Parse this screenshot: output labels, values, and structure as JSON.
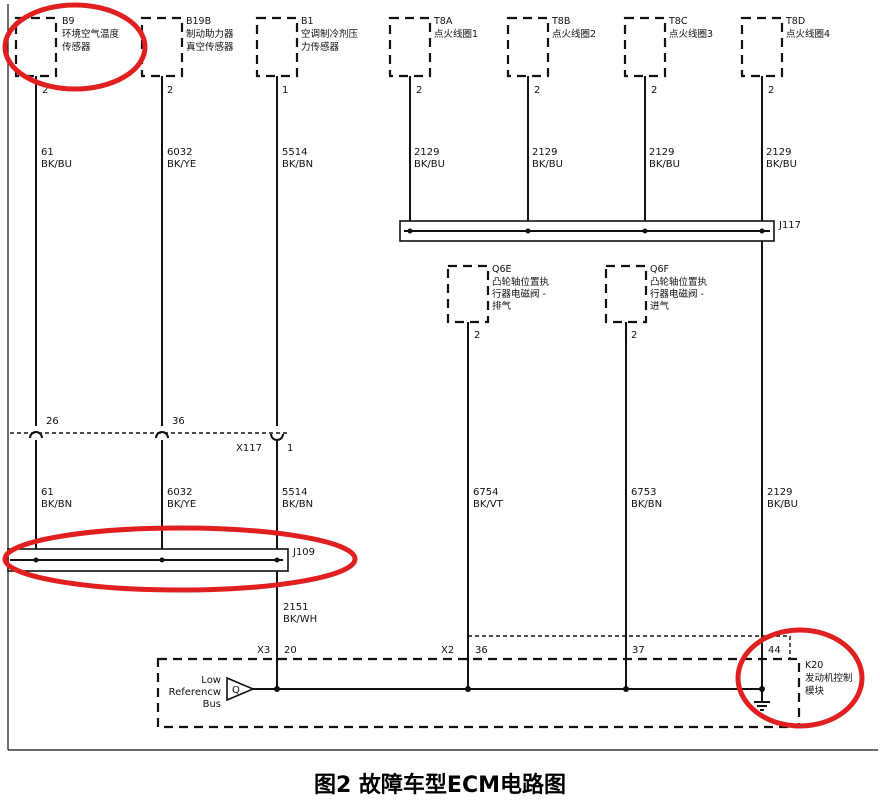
{
  "sensors": [
    {
      "id": "B9",
      "name": "环境空气温度传感器",
      "name_lines": [
        "环境空气温度",
        "传感器"
      ],
      "pin": "2",
      "wire_top": {
        "circuit": "61",
        "color": "BK/BU"
      },
      "wire_bottom": {
        "circuit": "61",
        "color": "BK/BN"
      },
      "junction_pin": "26"
    },
    {
      "id": "B19B",
      "name": "制动助力器真空传感器",
      "name_lines": [
        "制动助力器",
        "真空传感器"
      ],
      "pin": "2",
      "wire_top": {
        "circuit": "6032",
        "color": "BK/YE"
      },
      "wire_bottom": {
        "circuit": "6032",
        "color": "BK/YE"
      },
      "junction_pin": "36"
    },
    {
      "id": "B1",
      "name": "空调制冷剂压力传感器",
      "name_lines": [
        "空调制冷剂压",
        "力传感器"
      ],
      "pin": "1",
      "wire_top": {
        "circuit": "5514",
        "color": "BK/BN"
      },
      "wire_bottom": {
        "circuit": "5514",
        "color": "BK/BN"
      },
      "junction_pin": "1"
    }
  ],
  "coils": [
    {
      "id": "T8A",
      "name": "点火线圈1",
      "pin": "2",
      "circuit": "2129",
      "color": "BK/BU"
    },
    {
      "id": "T8B",
      "name": "点火线圈2",
      "pin": "2",
      "circuit": "2129",
      "color": "BK/BU"
    },
    {
      "id": "T8C",
      "name": "点火线圈3",
      "pin": "2",
      "circuit": "2129",
      "color": "BK/BU"
    },
    {
      "id": "T8D",
      "name": "点火线圈4",
      "pin": "2",
      "circuit": "2129",
      "color": "BK/BU"
    }
  ],
  "solenoids": [
    {
      "id": "Q6E",
      "name_lines": [
        "凸轮轴位置执",
        "行器电磁阀 -",
        "排气"
      ],
      "pin": "2",
      "circuit": "6754",
      "color": "BK/VT",
      "ecm_pin": "36"
    },
    {
      "id": "Q6F",
      "name_lines": [
        "凸轮轴位置执",
        "行器电磁阀 -",
        "进气"
      ],
      "pin": "2",
      "circuit": "6753",
      "color": "BK/BN",
      "ecm_pin": "37"
    }
  ],
  "splices": {
    "j117": "J117",
    "j109": "J109"
  },
  "connectors": {
    "x117": "X117",
    "x3": "X3",
    "x2": "X2"
  },
  "coil_ground": {
    "circuit": "2129",
    "color": "BK/BU",
    "ecm_pin": "44"
  },
  "j109_output": {
    "circuit": "2151",
    "color": "BK/WH",
    "ecm_pin": "20"
  },
  "ecm": {
    "id": "K20",
    "name_lines": [
      "发动机控制",
      "模块"
    ],
    "low_ref_lines": [
      "Low",
      "Referencw",
      "Bus"
    ],
    "q_label": "Q"
  },
  "caption": "图2 故障车型ECM电路图",
  "colors": {
    "ink": "#111111",
    "highlight": "#e02020"
  }
}
